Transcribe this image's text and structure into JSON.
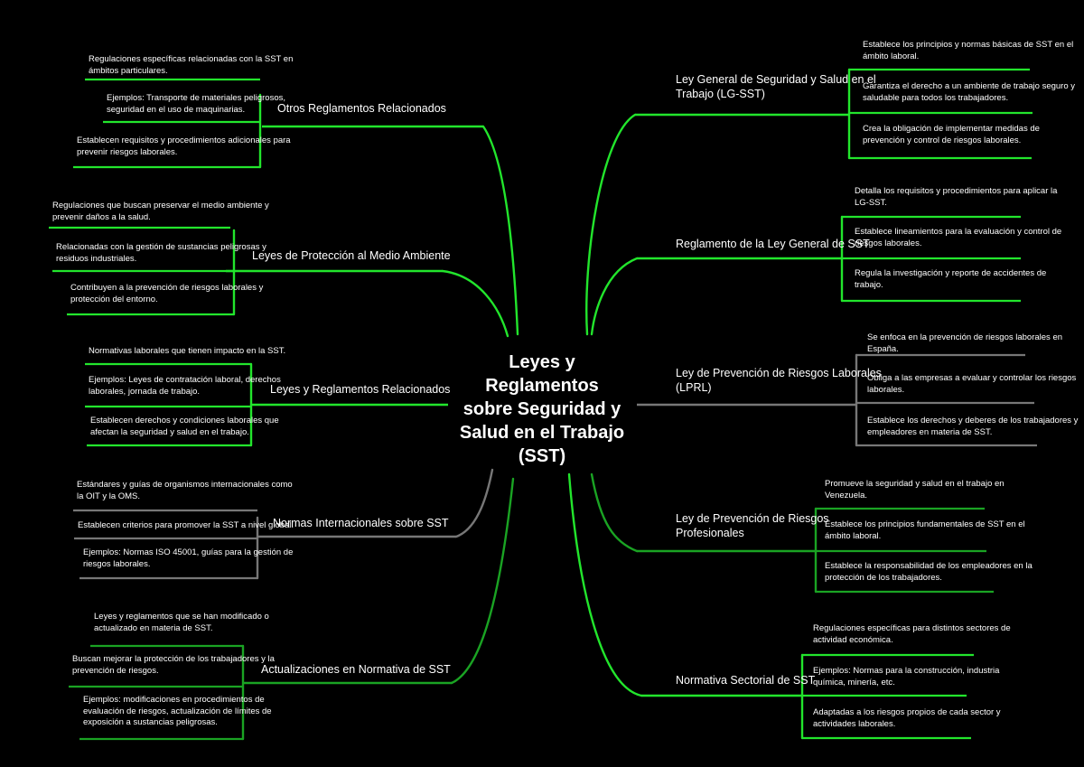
{
  "center": {
    "lines": [
      "Leyes y Reglamentos",
      "sobre Seguridad y",
      "Salud en el Trabajo",
      "(SST)"
    ]
  },
  "colors": {
    "green": "#22e52c",
    "dark_green": "#1aa323",
    "gray": "#777777"
  },
  "branches": [
    {
      "id": "otros",
      "lines": [
        "Otros Reglamentos Relacionados"
      ],
      "color": "green",
      "leaves": [
        [
          "Regulaciones específicas relacionadas con la SST en",
          "ámbitos particulares."
        ],
        [
          "Ejemplos: Transporte de materiales peligrosos,",
          "seguridad en el uso de maquinarias."
        ],
        [
          "Establecen requisitos y procedimientos adicionales para",
          "prevenir riesgos laborales."
        ]
      ]
    },
    {
      "id": "medio",
      "lines": [
        "Leyes de Protección al Medio Ambiente"
      ],
      "color": "green",
      "leaves": [
        [
          "Regulaciones que buscan preservar el medio ambiente y",
          "prevenir daños a la salud."
        ],
        [
          "Relacionadas con la gestión de sustancias peligrosas y",
          "residuos industriales."
        ],
        [
          "Contribuyen a la prevención de riesgos laborales y",
          "protección del entorno."
        ]
      ]
    },
    {
      "id": "leyes-rel",
      "lines": [
        "Leyes y Reglamentos Relacionados"
      ],
      "color": "green",
      "leaves": [
        [
          "Normativas laborales que tienen impacto en la SST."
        ],
        [
          "Ejemplos: Leyes de contratación laboral, derechos",
          "laborales, jornada de trabajo."
        ],
        [
          "Establecen derechos y condiciones laborales que",
          "afectan la seguridad y salud en el trabajo."
        ]
      ]
    },
    {
      "id": "normas-int",
      "lines": [
        "Normas Internacionales sobre SST"
      ],
      "color": "gray",
      "leaves": [
        [
          "Estándares y guías de organismos internacionales como",
          "la OIT y la OMS."
        ],
        [
          "Establecen criterios para promover la SST a nivel global."
        ],
        [
          "Ejemplos: Normas ISO 45001, guías para la gestión de",
          "riesgos laborales."
        ]
      ]
    },
    {
      "id": "actualizaciones",
      "lines": [
        "Actualizaciones en Normativa de SST"
      ],
      "color": "dark_green",
      "leaves": [
        [
          "Leyes y reglamentos que se han modificado o",
          "actualizado en materia de SST."
        ],
        [
          "Buscan mejorar la protección de los trabajadores y la",
          "prevención de riesgos."
        ],
        [
          "Ejemplos: modificaciones en procedimientos de",
          "evaluación de riesgos, actualización de límites de",
          "exposición a sustancias peligrosas."
        ]
      ]
    },
    {
      "id": "lgsst",
      "lines": [
        "Ley General de Seguridad y Salud en el",
        "Trabajo (LG-SST)"
      ],
      "color": "green",
      "leaves": [
        [
          "Establece los principios y normas básicas de SST en el",
          "ámbito laboral."
        ],
        [
          "Garantiza el derecho a un ambiente de trabajo seguro y",
          "saludable para todos los trabajadores."
        ],
        [
          "Crea la obligación de implementar medidas de",
          "prevención y control de riesgos laborales."
        ]
      ]
    },
    {
      "id": "reglamento",
      "lines": [
        "Reglamento de la Ley General de SST"
      ],
      "color": "green",
      "leaves": [
        [
          "Detalla los requisitos y procedimientos para aplicar la",
          "LG-SST."
        ],
        [
          "Establece lineamientos para la evaluación y control de",
          "riesgos laborales."
        ],
        [
          "Regula la investigación y reporte de accidentes de",
          "trabajo."
        ]
      ]
    },
    {
      "id": "lprl",
      "lines": [
        "Ley de Prevención de Riesgos Laborales",
        "(LPRL)"
      ],
      "color": "gray",
      "leaves": [
        [
          "Se enfoca en la prevención de riesgos laborales en",
          "España."
        ],
        [
          "Obliga a las empresas a evaluar y controlar los riesgos",
          "laborales."
        ],
        [
          "Establece los derechos y deberes de los trabajadores y",
          "empleadores en materia de SST."
        ]
      ]
    },
    {
      "id": "lprp",
      "lines": [
        "Ley de Prevención de Riesgos",
        "Profesionales"
      ],
      "color": "dark_green",
      "leaves": [
        [
          "Promueve la seguridad y salud en el trabajo en",
          "Venezuela."
        ],
        [
          "Establece los principios fundamentales de SST en el",
          "ámbito laboral."
        ],
        [
          "Establece la responsabilidad de los empleadores en la",
          "protección de los trabajadores."
        ]
      ]
    },
    {
      "id": "sectorial",
      "lines": [
        "Normativa Sectorial de SST"
      ],
      "color": "green",
      "leaves": [
        [
          "Regulaciones específicas para distintos sectores de",
          "actividad económica."
        ],
        [
          "Ejemplos: Normas para la construcción, industria",
          "química, minería, etc."
        ],
        [
          "Adaptadas a los riesgos propios de cada sector y",
          "actividades laborales."
        ]
      ]
    }
  ]
}
